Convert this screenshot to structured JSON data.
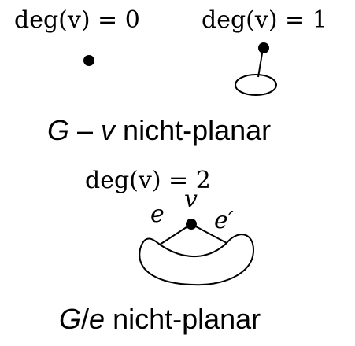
{
  "case_deg0": {
    "label": "deg(v) = 0"
  },
  "case_deg1": {
    "label": "deg(v) = 1"
  },
  "caption_top": {
    "prefix": "G",
    "minus": " – ",
    "var": "v",
    "suffix": " nicht-planar"
  },
  "case_deg2": {
    "label": "deg(v) = 2",
    "vertex_label": "v",
    "edge_left": "e",
    "edge_right": "e′"
  },
  "caption_bottom": {
    "prefix": "G",
    "slash": "/",
    "var": "e",
    "suffix": " nicht-planar"
  },
  "colors": {
    "ink": "#000000",
    "background": "#ffffff"
  }
}
